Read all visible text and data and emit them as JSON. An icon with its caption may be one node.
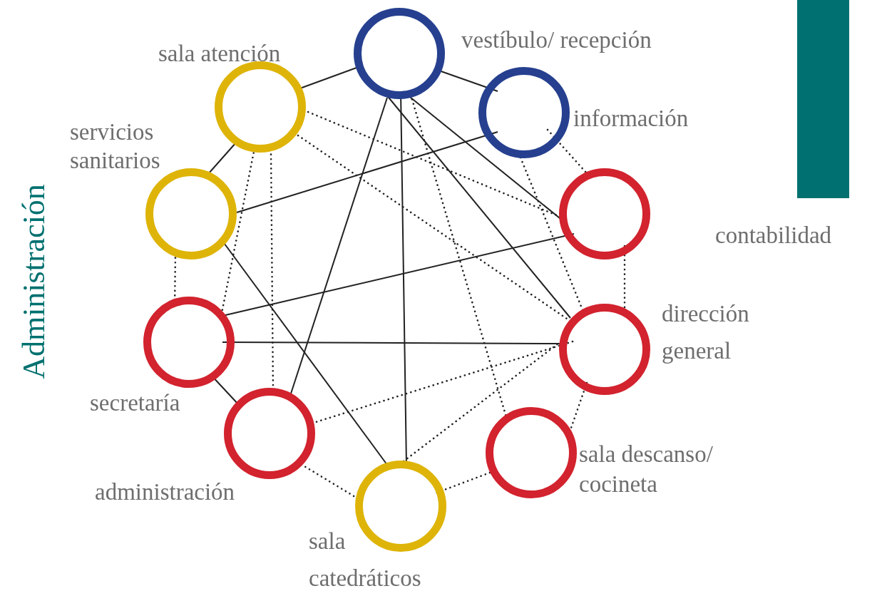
{
  "diagram": {
    "title": "Administración",
    "nodes": [
      {
        "text": [],
        "shape": "circle",
        "beside": [
          "vestíbulo/ recepción"
        ]
      },
      {
        "text": [],
        "shape": "circle",
        "beside": [
          "información"
        ]
      },
      {
        "text": [],
        "shape": "circle",
        "beside": [
          "sala atención"
        ]
      },
      {
        "text": [],
        "shape": "circle",
        "beside": [
          "servicios sanitarios"
        ]
      },
      {
        "text": [],
        "shape": "circle",
        "beside": [
          "contabilidad"
        ]
      },
      {
        "text": [],
        "shape": "circle",
        "beside": [
          "secretaría"
        ]
      },
      {
        "text": [],
        "shape": "circle",
        "beside": [
          "dirección general"
        ]
      },
      {
        "text": [],
        "shape": "circle",
        "beside": [
          "administración"
        ]
      },
      {
        "text": [],
        "shape": "circle",
        "beside": [
          "sala descanso/ cocineta"
        ]
      },
      {
        "text": [],
        "shape": "circle",
        "beside": [
          "sala catedráticos"
        ]
      }
    ],
    "edges": [
      {
        "from": 0,
        "to": 2,
        "arrow": "none"
      },
      {
        "from": 0,
        "to": 1,
        "arrow": "none"
      },
      {
        "from": 0,
        "to": 4,
        "arrow": "none"
      },
      {
        "from": 0,
        "to": 6,
        "arrow": "none"
      },
      {
        "from": 0,
        "to": 7,
        "arrow": "none"
      },
      {
        "from": 0,
        "to": 9,
        "arrow": "none"
      },
      {
        "from": 1,
        "to": 3,
        "arrow": "none"
      },
      {
        "from": 2,
        "to": 3,
        "arrow": "none"
      },
      {
        "from": 3,
        "to": 9,
        "arrow": "none"
      },
      {
        "from": 4,
        "to": 5,
        "arrow": "none"
      },
      {
        "from": 5,
        "to": 6,
        "arrow": "none"
      },
      {
        "from": 5,
        "to": 7,
        "arrow": "none"
      },
      {
        "from": 2,
        "to": 4,
        "arrow": "none",
        "style": "dashed"
      },
      {
        "from": 2,
        "to": 6,
        "arrow": "none",
        "style": "dashed"
      },
      {
        "from": 2,
        "to": 5,
        "arrow": "none",
        "style": "dashed"
      },
      {
        "from": 2,
        "to": 7,
        "arrow": "none",
        "style": "dashed"
      },
      {
        "from": 3,
        "to": 5,
        "arrow": "none",
        "style": "dashed"
      },
      {
        "from": 0,
        "to": 8,
        "arrow": "none",
        "style": "dashed"
      },
      {
        "from": 1,
        "to": 6,
        "arrow": "none",
        "style": "dashed"
      },
      {
        "from": 1,
        "to": 4,
        "arrow": "none",
        "style": "dashed"
      },
      {
        "from": 4,
        "to": 6,
        "arrow": "none",
        "style": "dashed"
      },
      {
        "from": 6,
        "to": 7,
        "arrow": "none",
        "style": "dashed"
      },
      {
        "from": 6,
        "to": 9,
        "arrow": "none",
        "style": "dashed"
      },
      {
        "from": 6,
        "to": 8,
        "arrow": "none",
        "style": "dashed"
      },
      {
        "from": 7,
        "to": 9,
        "arrow": "none",
        "style": "dashed"
      },
      {
        "from": 8,
        "to": 9,
        "arrow": "none",
        "style": "dashed"
      }
    ]
  }
}
